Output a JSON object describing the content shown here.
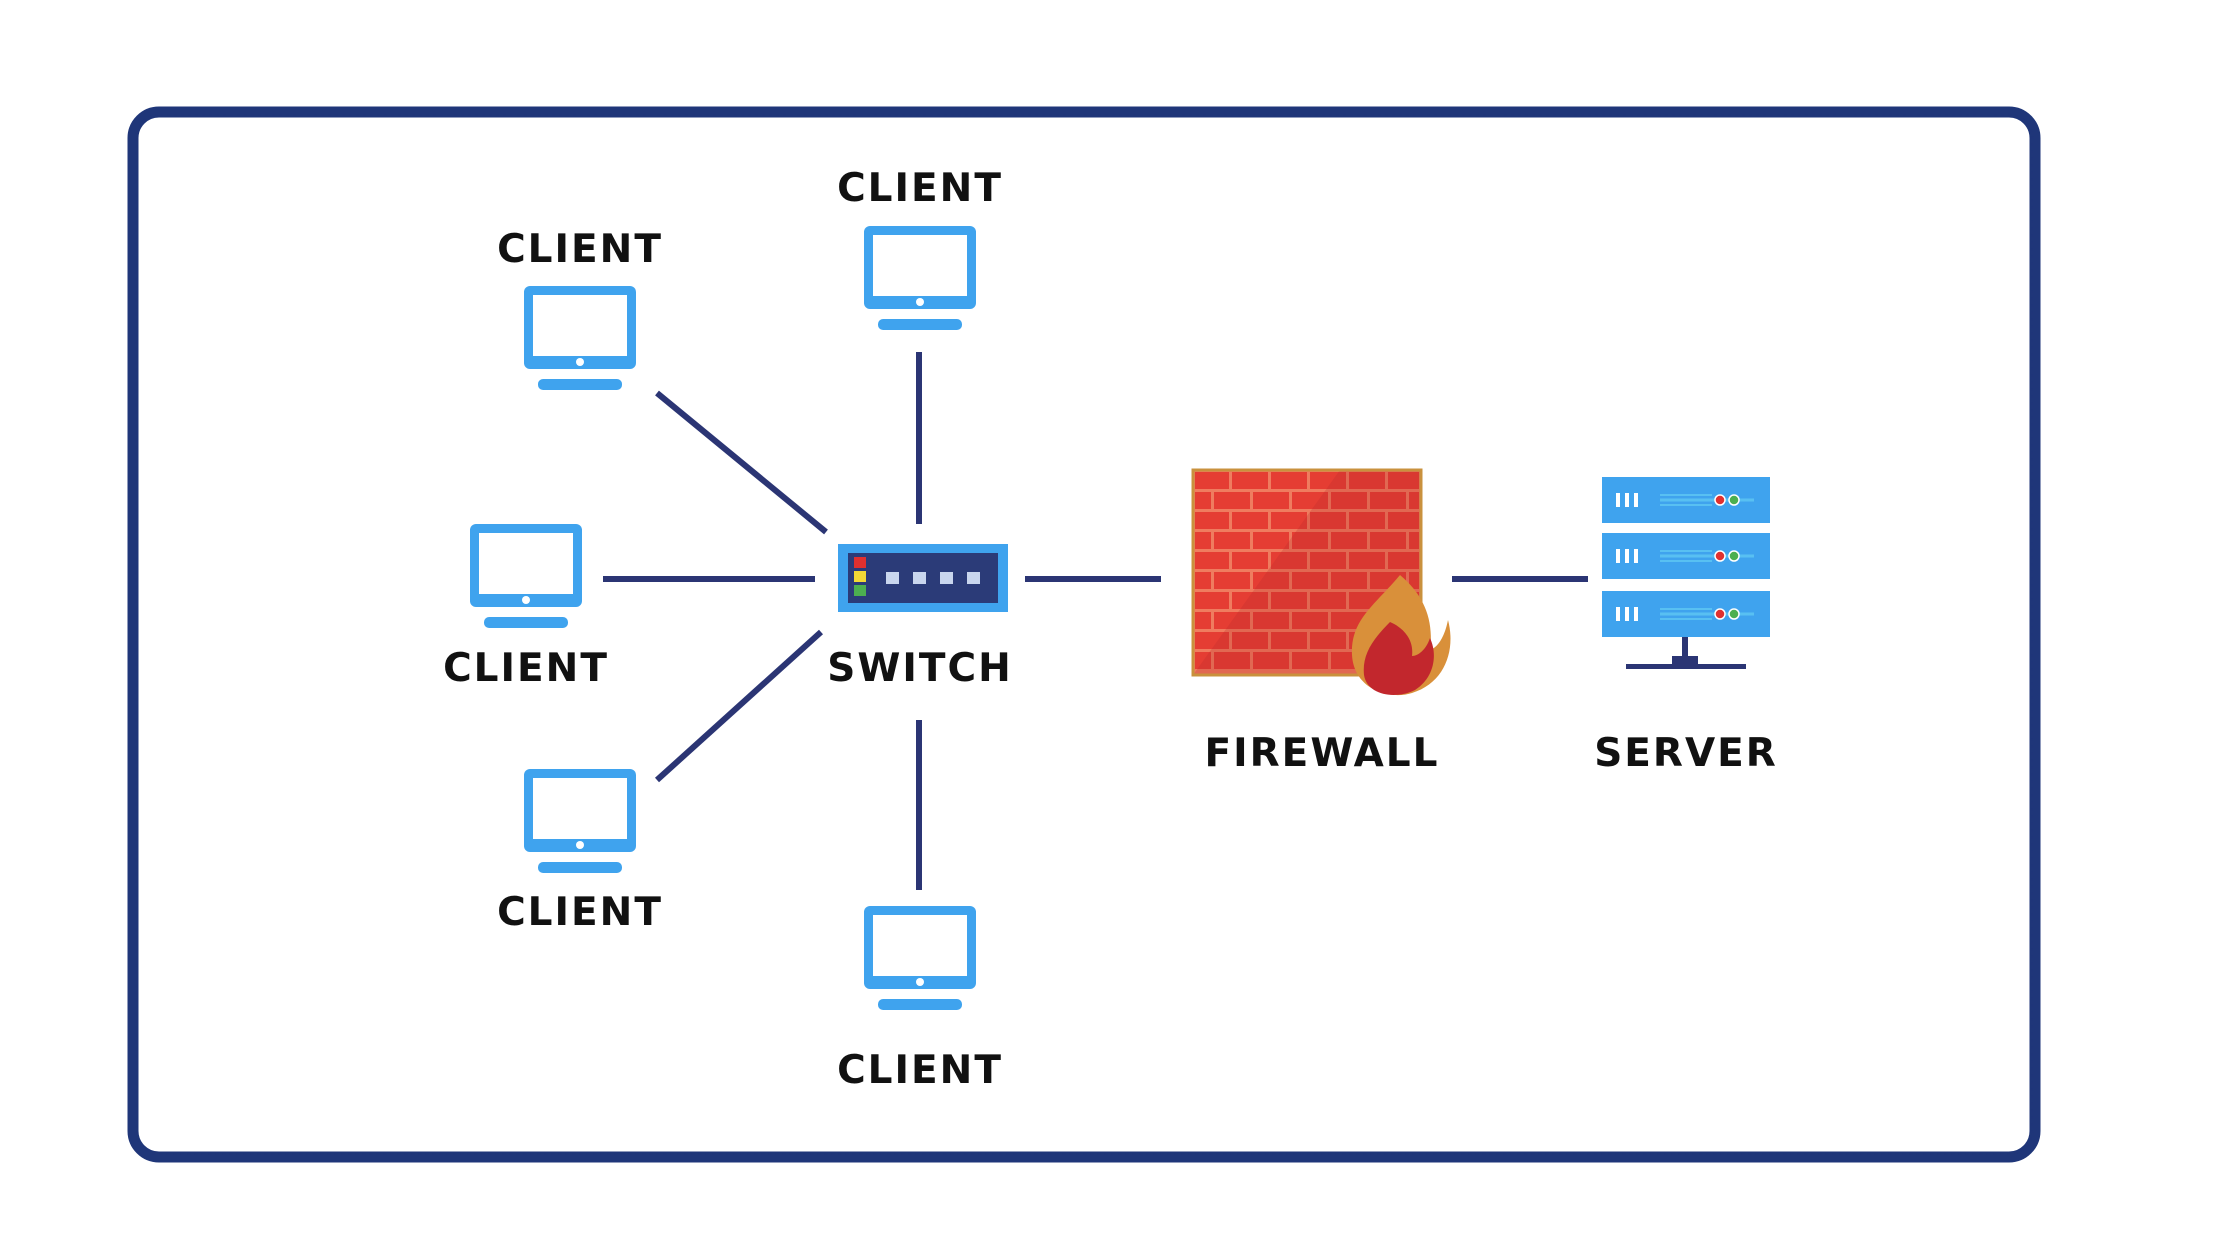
{
  "diagram": {
    "title": "",
    "colors": {
      "frame": "#1f3679",
      "link": "#2b3574",
      "monitor": "#3fa3ee",
      "screen": "#ffffff",
      "switch_body": "#3fa3ee",
      "switch_face": "#2b3b78",
      "brick": "#e53d33",
      "mortar": "#ef7c5f",
      "flame_outer": "#d9903a",
      "flame_inner": "#c2272d",
      "server": "#3fa3ee",
      "text": "#111111"
    },
    "nodes": {
      "client_top_left": {
        "label": "CLIENT",
        "icon": "monitor-icon"
      },
      "client_top": {
        "label": "CLIENT",
        "icon": "monitor-icon"
      },
      "client_left": {
        "label": "CLIENT",
        "icon": "monitor-icon"
      },
      "client_bottom_left": {
        "label": "CLIENT",
        "icon": "monitor-icon"
      },
      "client_bottom": {
        "label": "CLIENT",
        "icon": "monitor-icon"
      },
      "switch": {
        "label": "SWITCH",
        "icon": "network-switch-icon"
      },
      "firewall": {
        "label": "FIREWALL",
        "icon": "firewall-icon"
      },
      "server": {
        "label": "SERVER",
        "icon": "server-rack-icon"
      }
    },
    "edges": [
      {
        "from": "client_top_left",
        "to": "switch"
      },
      {
        "from": "client_top",
        "to": "switch"
      },
      {
        "from": "client_left",
        "to": "switch"
      },
      {
        "from": "client_bottom_left",
        "to": "switch"
      },
      {
        "from": "client_bottom",
        "to": "switch"
      },
      {
        "from": "switch",
        "to": "firewall"
      },
      {
        "from": "firewall",
        "to": "server"
      }
    ]
  }
}
